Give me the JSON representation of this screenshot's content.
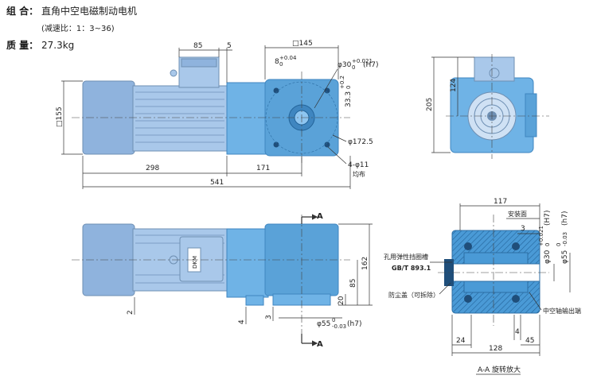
{
  "header": {
    "combo_label": "组 合：",
    "combo_value": "直角中空电磁制动电机",
    "ratio_note": "(减速比：1：3~36)",
    "mass_label": "质 量：",
    "mass_value": "27.3kg"
  },
  "top_view": {
    "dim_85": "85",
    "dim_5": "5",
    "dim_sq155": "□155",
    "dim_298": "298",
    "dim_171": "171",
    "dim_541": "541",
    "dim_sq145": "□145",
    "dim_8": "8",
    "dim_8_tol": "+0.04",
    "dim_8_tol2": "0",
    "dim_30h7": "φ30",
    "dim_30h7_tol": "+0.021",
    "dim_30h7_tol2": "0",
    "dim_30h7_fit": "(H7)",
    "dim_333": "33.3",
    "dim_333_tol": "+0.2",
    "dim_333_tol2": "0",
    "dim_1725": "φ172.5",
    "dim_holes": "4-φ11",
    "dim_holes_note": "均布"
  },
  "side_view": {
    "dim_205": "205",
    "dim_124": "124"
  },
  "front_view": {
    "section_a_top": "A",
    "section_a_bottom": "A",
    "dim_162": "162",
    "dim_85": "85",
    "dim_20": "20",
    "dim_2": "2",
    "dim_4": "4",
    "dim_3": "3",
    "dim_55h7": "φ55",
    "dim_55h7_tol": "0",
    "dim_55h7_tol2": "-0.03",
    "dim_55h7_fit": "(h7)",
    "nameplate": "DKM"
  },
  "section_view": {
    "dim_117": "117",
    "label_mount": "安装面",
    "dim_3": "3",
    "dim_30": "φ30",
    "dim_30_tol": "+0.021",
    "dim_30_tol2": "0",
    "dim_30_fit": "(H7)",
    "dim_55": "φ55",
    "dim_55_tol": "0",
    "dim_55_tol2": "-0.03",
    "dim_55_fit": "(h7)",
    "label_circlip": "孔用弹性挡圈槽",
    "label_gb": "GB/T 893.1",
    "label_dustcap": "防尘盖（可拆除）",
    "label_hollow": "中空轴输出端",
    "dim_24": "24",
    "dim_4": "4",
    "dim_45": "45",
    "dim_128": "128",
    "caption": "A-A 旋转放大"
  }
}
